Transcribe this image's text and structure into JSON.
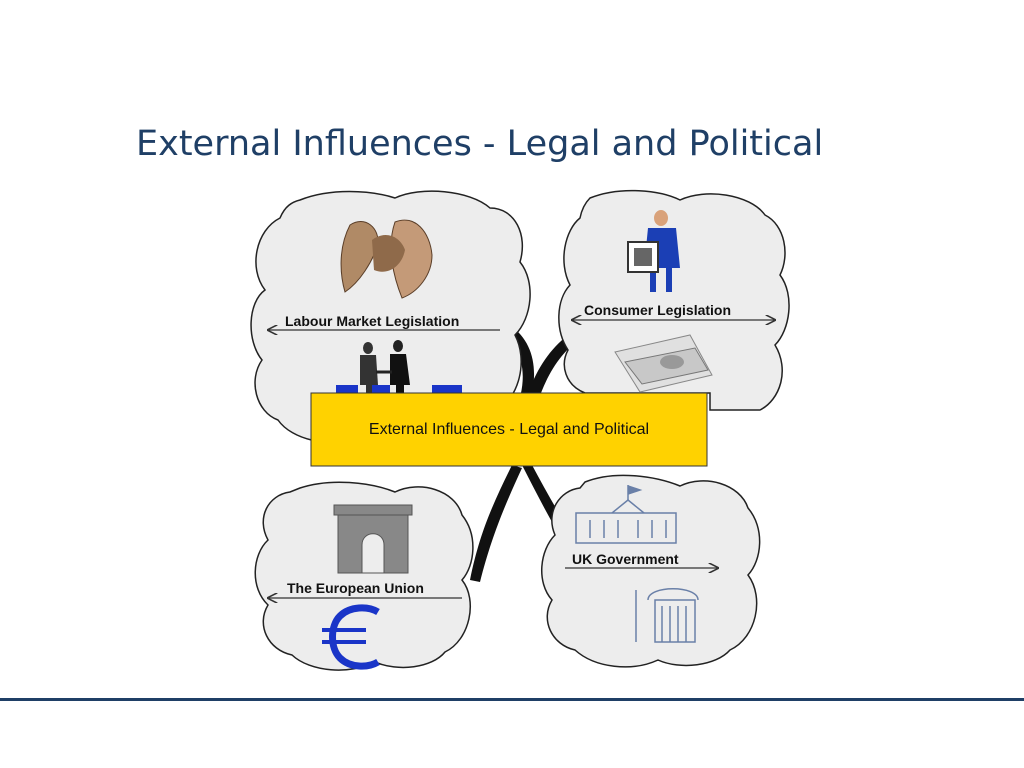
{
  "slide": {
    "title": "External Influences - Legal and Political"
  },
  "diagram": {
    "center_label": "External Influences - Legal and Political",
    "nodes": {
      "labour": {
        "label": "Labour Market Legislation"
      },
      "consumer": {
        "label": "Consumer Legislation"
      },
      "eu": {
        "label": "The European Union"
      },
      "uk": {
        "label": "UK Government"
      }
    }
  },
  "colors": {
    "title": "#1f3f66",
    "center_box": "#ffd200",
    "cloud_fill": "#ededed",
    "rule": "#1f3f66"
  }
}
